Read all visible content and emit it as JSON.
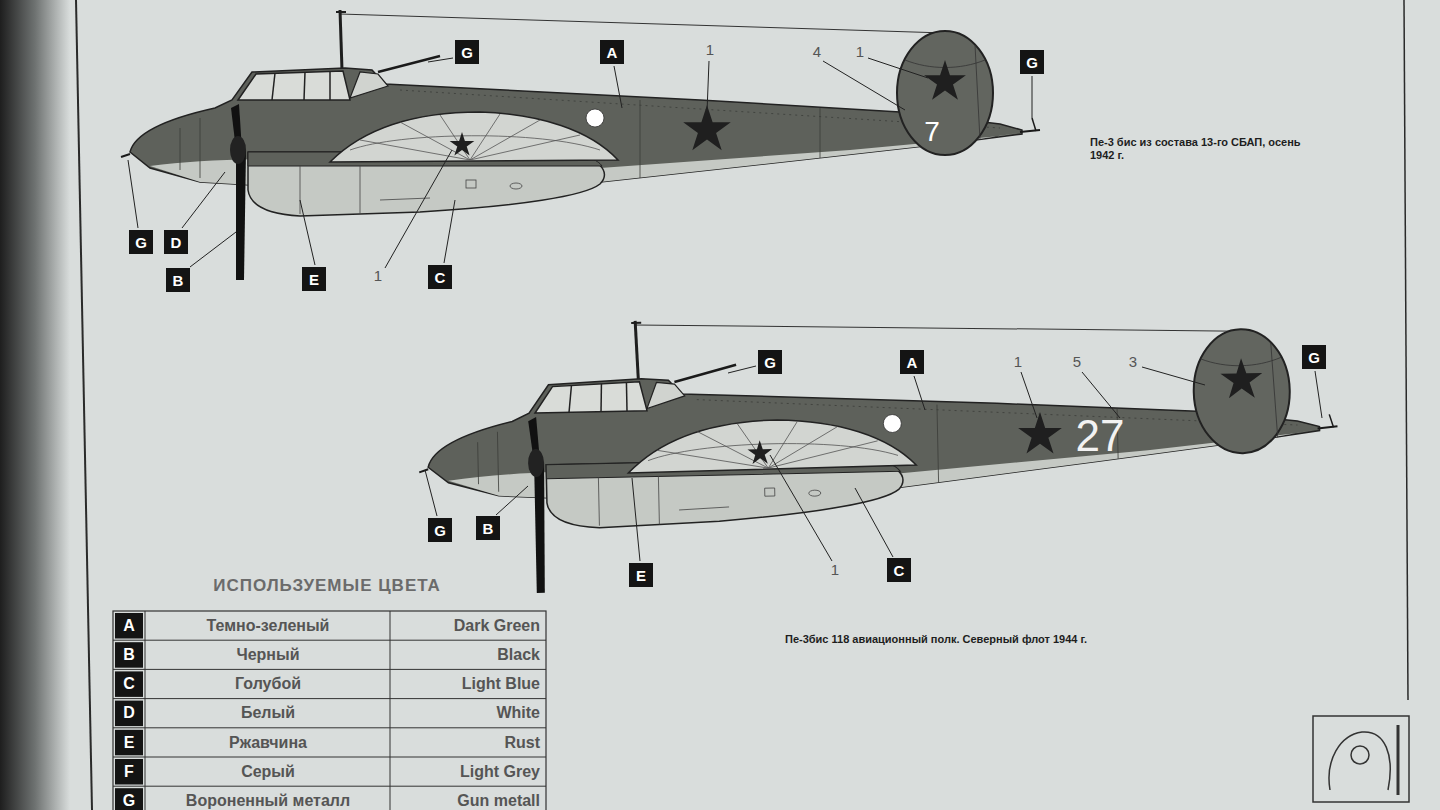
{
  "diagram": {
    "nodes": [
      {
        "text": [
          "G"
        ]
      },
      {
        "text": [
          "A"
        ]
      },
      {
        "text": [
          "G"
        ]
      },
      {
        "text": [
          "G"
        ]
      },
      {
        "text": [
          "D"
        ]
      },
      {
        "text": [
          "B"
        ]
      },
      {
        "text": [
          "E"
        ]
      },
      {
        "text": [
          "C"
        ]
      },
      {
        "text": [
          "G"
        ]
      },
      {
        "text": [
          "A"
        ]
      },
      {
        "text": [
          "G"
        ]
      },
      {
        "text": [
          "G"
        ]
      },
      {
        "text": [
          "B"
        ]
      },
      {
        "text": [
          "E"
        ]
      },
      {
        "text": [
          "C"
        ]
      }
    ],
    "labels": [
      "1",
      "4",
      "1",
      "7",
      "1",
      "Пе-3 бис из состава 13-го СБАП, осень 1942 г.",
      "1",
      "5",
      "3",
      "27",
      "1",
      "Пе-3бис 118 авиационный полк. Северный флот 1944 г.",
      "ИСПОЛЬЗУЕМЫЕ ЦВЕТА",
      "A",
      "Темно-зеленый",
      "Dark Green",
      "B",
      "Черный",
      "Black",
      "C",
      "Голубой",
      "Light Blue",
      "D",
      "Белый",
      "White",
      "E",
      "Ржавчина",
      "Rust",
      "F",
      "Серый",
      "Light Grey",
      "G",
      "Вороненный металл",
      "Gun metall"
    ]
  }
}
